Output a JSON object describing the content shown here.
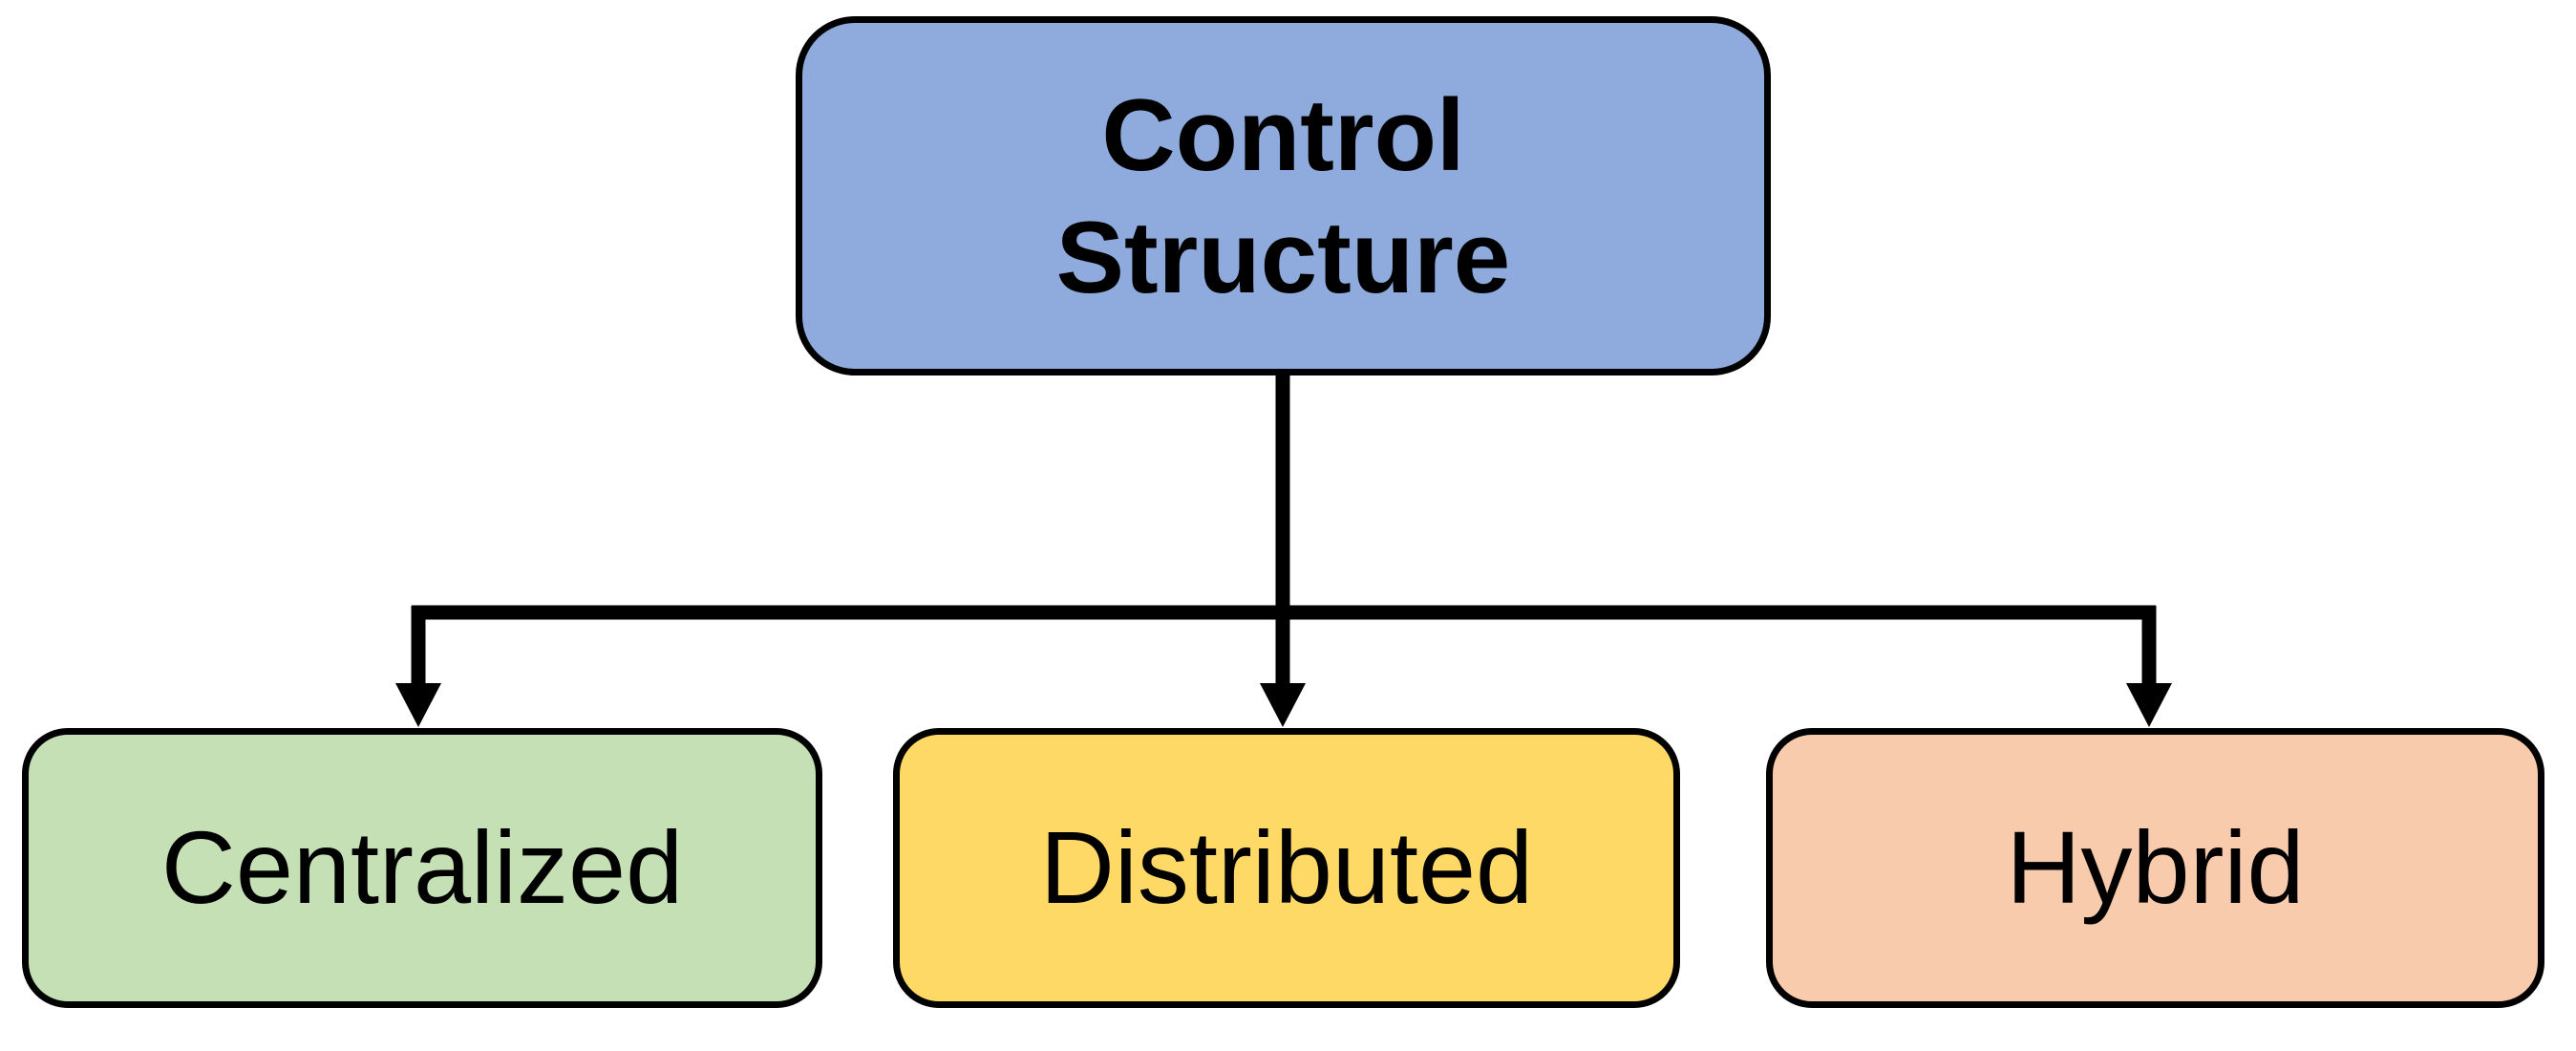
{
  "diagram": {
    "type": "tree",
    "background": "#FFFFFF",
    "connector_color": "#000000",
    "node_border_color": "#000000",
    "node_text_color": "#000000",
    "root": {
      "label": "Control Structure",
      "label_lines": [
        "Control",
        "Structure"
      ],
      "fill": "#8FAADC"
    },
    "children": [
      {
        "label": "Centralized",
        "fill": "#C5E0B4"
      },
      {
        "label": "Distributed",
        "fill": "#FFD966"
      },
      {
        "label": "Hybrid",
        "fill": "#F8CBAD"
      }
    ]
  }
}
